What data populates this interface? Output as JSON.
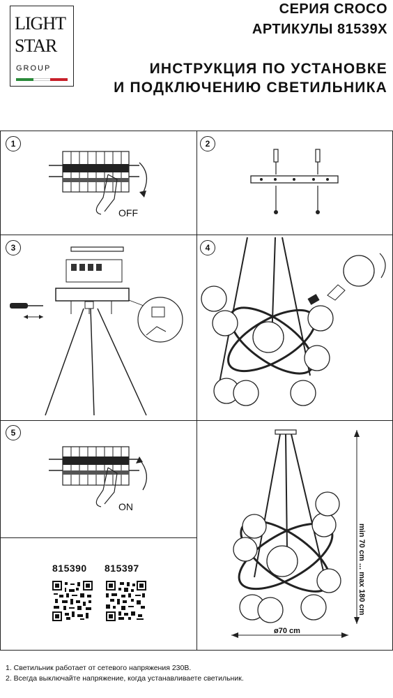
{
  "logo": {
    "line1": "LIGHT",
    "line2": "STAR",
    "line3": "GROUP",
    "flag_colors": [
      "#2a8a3a",
      "#ffffff",
      "#c8202a"
    ]
  },
  "header": {
    "series": "СЕРИЯ CROCO",
    "articles": "АРТИКУЛЫ 81539X",
    "title_line1": "ИНСТРУКЦИЯ ПО УСТАНОВКЕ",
    "title_line2": "И ПОДКЛЮЧЕНИЮ СВЕТИЛЬНИКА"
  },
  "steps": [
    {
      "number": "1",
      "label": "OFF"
    },
    {
      "number": "2"
    },
    {
      "number": "3"
    },
    {
      "number": "4"
    },
    {
      "number": "5",
      "label": "ON"
    }
  ],
  "dimensions": {
    "height_range": "min 70 cm ... max 180 cm",
    "diameter": "ø70 cm"
  },
  "articles": [
    {
      "code": "815390"
    },
    {
      "code": "815397"
    }
  ],
  "notes": [
    "1. Светильник работает от сетевого напряжения 230В.",
    "2. Всегда выключайте напряжение, когда устанавливаете светильник."
  ],
  "icons": {
    "qr": "qr-code-icon",
    "screwdriver": "screwdriver-icon",
    "hand": "hand-icon",
    "rotate": "rotate-arrow-icon"
  }
}
